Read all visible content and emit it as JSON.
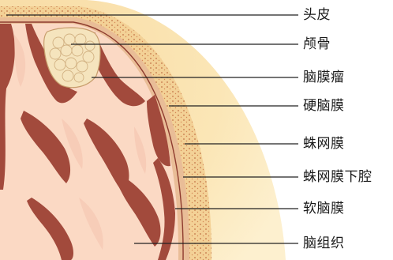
{
  "diagram": {
    "labels": [
      {
        "id": "scalp",
        "text": "头皮"
      },
      {
        "id": "skull",
        "text": "颅骨"
      },
      {
        "id": "meningioma",
        "text": "脑膜瘤"
      },
      {
        "id": "dura-mater",
        "text": "硬脑膜"
      },
      {
        "id": "arachnoid",
        "text": "蛛网膜"
      },
      {
        "id": "subarachnoid-space",
        "text": "蛛网膜下腔"
      },
      {
        "id": "pia-mater",
        "text": "软脑膜"
      },
      {
        "id": "brain-tissue",
        "text": "脑组织"
      }
    ],
    "colors": {
      "scalp": "#fbe6b6",
      "skull": "#f3d196",
      "dura": "#e9bd97",
      "brain": "#fbd9c4",
      "sulcus": "#a24a3c",
      "tumor": "#f5e4bd",
      "leader_line": "#222222"
    }
  }
}
